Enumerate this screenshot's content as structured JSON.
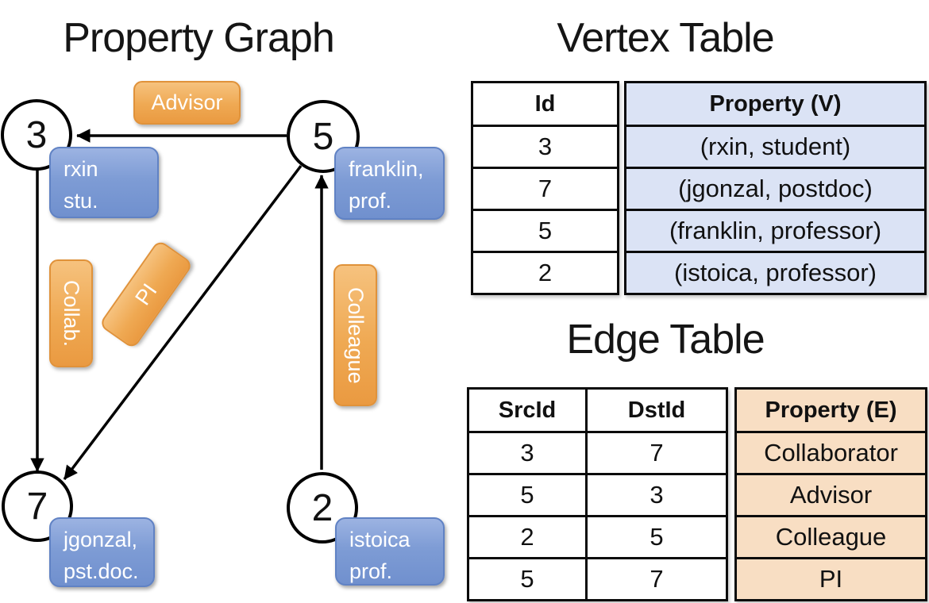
{
  "graph": {
    "title": "Property Graph",
    "nodes": [
      {
        "id": "3",
        "property_lines": [
          "rxin",
          "stu."
        ]
      },
      {
        "id": "5",
        "property_lines": [
          "franklin,",
          "prof."
        ]
      },
      {
        "id": "7",
        "property_lines": [
          "jgonzal,",
          "pst.doc."
        ]
      },
      {
        "id": "2",
        "property_lines": [
          "istoica",
          "prof."
        ]
      }
    ],
    "edges": [
      {
        "src": "5",
        "dst": "3",
        "label": "Advisor"
      },
      {
        "src": "3",
        "dst": "7",
        "label": "Collab."
      },
      {
        "src": "5",
        "dst": "7",
        "label": "PI"
      },
      {
        "src": "2",
        "dst": "5",
        "label": "Colleague"
      }
    ]
  },
  "vertex_table": {
    "title": "Vertex Table",
    "headers": [
      "Id",
      "Property (V)"
    ],
    "rows": [
      [
        "3",
        "(rxin, student)"
      ],
      [
        "7",
        "(jgonzal, postdoc)"
      ],
      [
        "5",
        "(franklin, professor)"
      ],
      [
        "2",
        "(istoica, professor)"
      ]
    ]
  },
  "edge_table": {
    "title": "Edge Table",
    "headers": [
      "SrcId",
      "DstId",
      "Property (E)"
    ],
    "rows": [
      [
        "3",
        "7",
        "Collaborator"
      ],
      [
        "5",
        "3",
        "Advisor"
      ],
      [
        "2",
        "5",
        "Colleague"
      ],
      [
        "5",
        "7",
        "PI"
      ]
    ]
  },
  "colors": {
    "node_property_box_blue": "#7e9cd5",
    "edge_label_box_orange": "#efa953",
    "vertex_property_fill": "#dbe3f5",
    "edge_property_fill": "#f8dec3",
    "line_color": "#000000"
  }
}
